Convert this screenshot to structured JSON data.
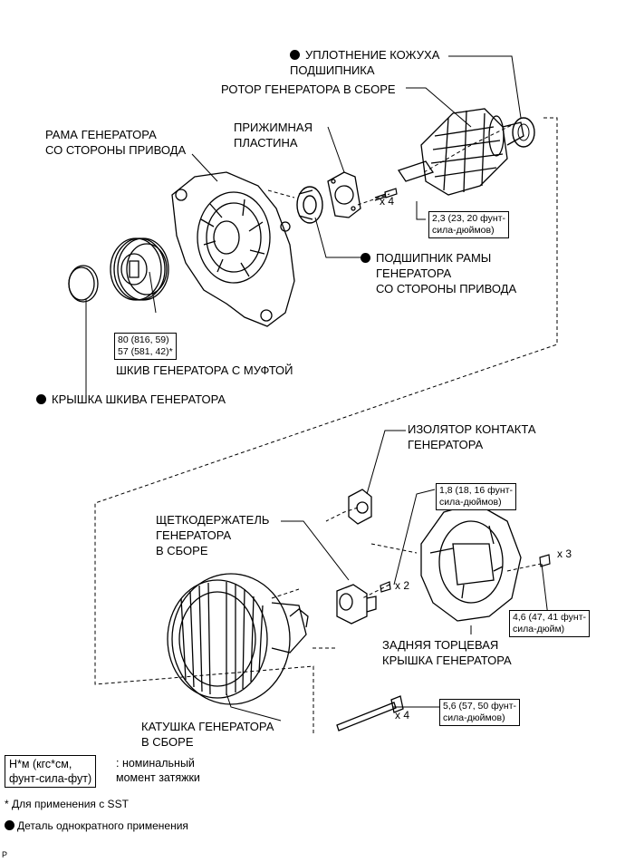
{
  "labels": {
    "seal": "УПЛОТНЕНИЕ КОЖУХА\nПОДШИПНИКА",
    "rotor": "РОТОР ГЕНЕРАТОРА В СБОРЕ",
    "drive_frame": "РАМА ГЕНЕРАТОРА\nСО СТОРОНЫ ПРИВОДА",
    "retainer": "ПРИЖИМНАЯ\nПЛАСТИНА",
    "bearing": "ПОДШИПНИК РАМЫ\nГЕНЕРАТОРА\nСО СТОРОНЫ ПРИВОДА",
    "pulley": "ШКИВ ГЕНЕРАТОРА С МУФТОЙ",
    "pulley_cap": "КРЫШКА ШКИВА ГЕНЕРАТОРА",
    "insulator": "ИЗОЛЯТОР КОНТАКТА\nГЕНЕРАТОРА",
    "brush_holder": "ЩЕТКОДЕРЖАТЕЛЬ\nГЕНЕРАТОРА\nВ СБОРЕ",
    "rear_cover": "ЗАДНЯЯ ТОРЦЕВАЯ\nКРЫШКА ГЕНЕРАТОРА",
    "coil": "КАТУШКА ГЕНЕРАТОРА\nВ СБОРЕ"
  },
  "torques": {
    "retainer_screws": "2,3 (23, 20 фунт-\nсила-дюймов)",
    "pulley_nut": "80 (816, 59)\n57 (581, 42)*",
    "brush_screws": "1,8 (18, 16 фунт-\nсила-дюймов)",
    "rear_cover_nuts": "4,6 (47, 41 фунт-\nсила-дюйм)",
    "through_bolts": "5,6 (57, 50 фунт-\nсила-дюймов)"
  },
  "quantities": {
    "retainer_screws": "x 4",
    "brush_screws": "x 2",
    "rear_cover_nuts": "x 3",
    "through_bolts": "x 4"
  },
  "legend": {
    "unit_box": "Н*м (кгс*см,\nфунт-сила-фут)",
    "unit_desc": ": номинальный\nмомент затяжки",
    "sst_note": "* Для применения с SST",
    "single_use": "Деталь однократного применения"
  },
  "corner_mark": "P"
}
